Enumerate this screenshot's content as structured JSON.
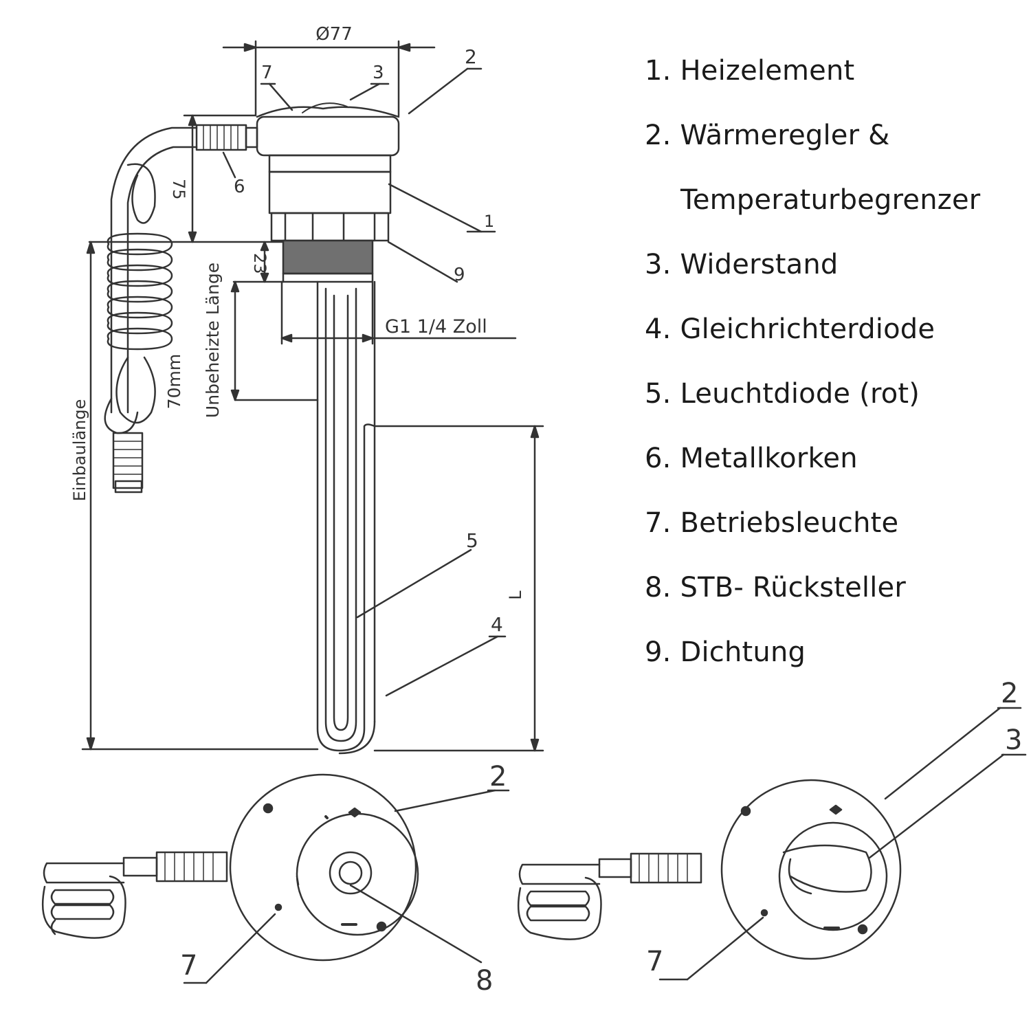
{
  "legend": {
    "items": [
      "1. Heizelement",
      "2. Wärmeregler &",
      "Temperaturbegrenzer",
      "3. Widerstand",
      "4. Gleichrichterdiode",
      "5. Leuchtdiode (rot)",
      "6. Metallkorken",
      "7. Betriebsleuchte",
      "8. STB- Rücksteller",
      "9. Dichtung"
    ]
  },
  "dimensions": {
    "diameter": "Ø77",
    "d75": "75",
    "d23": "23",
    "unheated_value": "70mm",
    "unheated_label": "Unbeheizte Länge",
    "install_length": "Einbaulänge",
    "thread": "G1 1/4 Zoll",
    "length": "L"
  },
  "callouts": {
    "n1": "1",
    "n2": "2",
    "n3": "3",
    "n4": "4",
    "n5": "5",
    "n6": "6",
    "n7": "7",
    "n8": "8",
    "n9": "9"
  },
  "colors": {
    "line": "#333333",
    "seal": "#707070",
    "background": "#ffffff"
  }
}
